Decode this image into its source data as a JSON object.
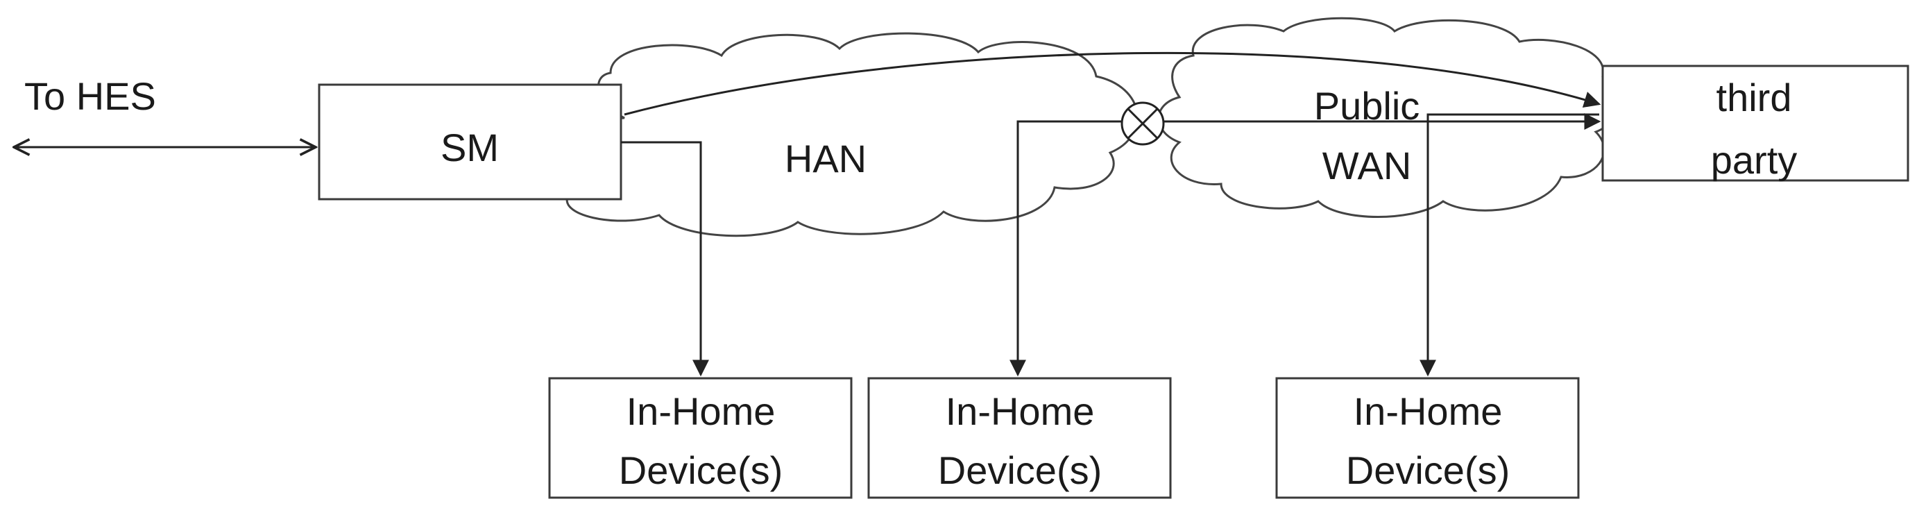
{
  "diagram": {
    "to_hes": "To HES",
    "sm": "SM",
    "han": "HAN",
    "public_wan_line1": "Public",
    "public_wan_line2": "WAN",
    "third_party_line1": "third",
    "third_party_line2": "party",
    "devices": [
      {
        "line1": "In-Home",
        "line2": "Device(s)"
      },
      {
        "line1": "In-Home",
        "line2": "Device(s)"
      },
      {
        "line1": "In-Home",
        "line2": "Device(s)"
      }
    ]
  }
}
